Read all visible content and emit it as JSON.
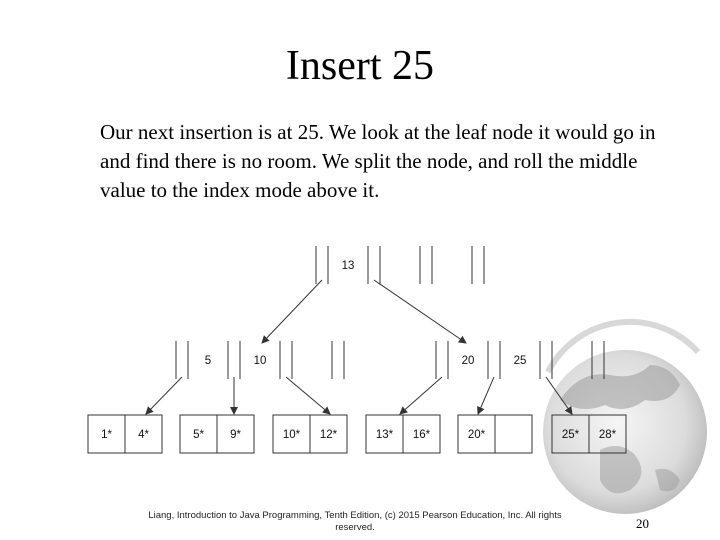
{
  "slide": {
    "title": "Insert 25",
    "body": "Our next insertion is at 25.  We look at the leaf node it would go in and find there is no room.  We split the node, and roll the middle value to the index mode above it.",
    "footer": "Liang, Introduction to Java Programming, Tenth Edition, (c) 2015 Pearson Education, Inc. All rights reserved.",
    "page_number": "20"
  },
  "tree": {
    "root": {
      "keys": [
        "13",
        "",
        ""
      ]
    },
    "internal": [
      {
        "keys": [
          "5",
          "10",
          ""
        ]
      },
      {
        "keys": [
          "20",
          "25",
          ""
        ]
      }
    ],
    "leaves": [
      {
        "keys": [
          "1*",
          "4*"
        ]
      },
      {
        "keys": [
          "5*",
          "9*"
        ]
      },
      {
        "keys": [
          "10*",
          "12*"
        ]
      },
      {
        "keys": [
          "13*",
          "16*"
        ]
      },
      {
        "keys": [
          "20*",
          ""
        ]
      },
      {
        "keys": [
          "25*",
          "28*"
        ]
      }
    ]
  },
  "colors": {
    "node_border": "#333333",
    "arrow": "#333333"
  }
}
